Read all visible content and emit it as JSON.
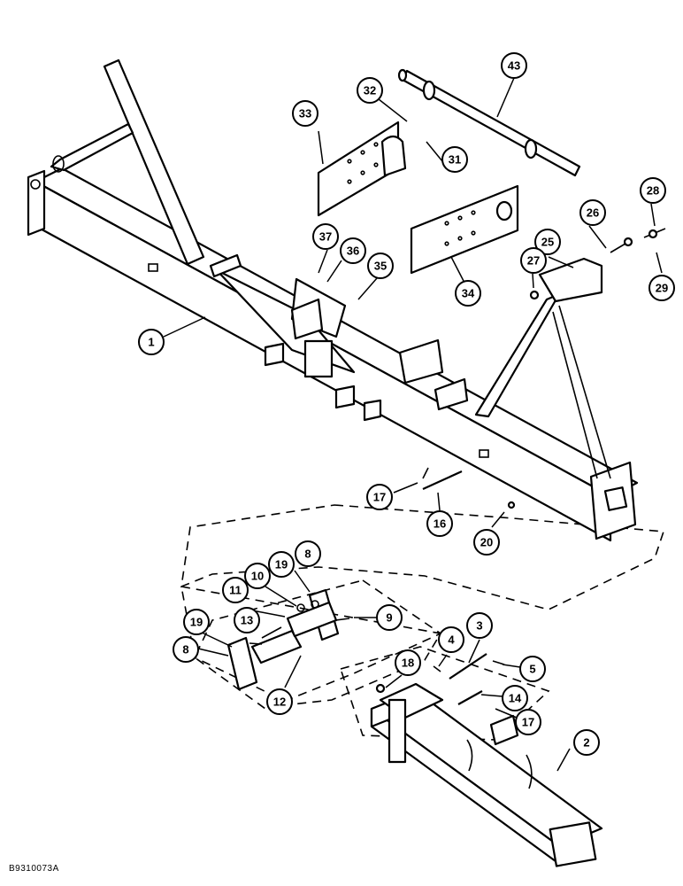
{
  "drawing_code": "B9310073A",
  "callouts": [
    {
      "id": "c1",
      "label": "1"
    },
    {
      "id": "c2",
      "label": "2"
    },
    {
      "id": "c3",
      "label": "3"
    },
    {
      "id": "c4",
      "label": "4"
    },
    {
      "id": "c5",
      "label": "5"
    },
    {
      "id": "c8a",
      "label": "8"
    },
    {
      "id": "c8b",
      "label": "8"
    },
    {
      "id": "c9",
      "label": "9"
    },
    {
      "id": "c10",
      "label": "10"
    },
    {
      "id": "c11",
      "label": "11"
    },
    {
      "id": "c12",
      "label": "12"
    },
    {
      "id": "c13",
      "label": "13"
    },
    {
      "id": "c14",
      "label": "14"
    },
    {
      "id": "c16",
      "label": "16"
    },
    {
      "id": "c17a",
      "label": "17"
    },
    {
      "id": "c17b",
      "label": "17"
    },
    {
      "id": "c18",
      "label": "18"
    },
    {
      "id": "c19a",
      "label": "19"
    },
    {
      "id": "c19b",
      "label": "19"
    },
    {
      "id": "c20",
      "label": "20"
    },
    {
      "id": "c25",
      "label": "25"
    },
    {
      "id": "c26",
      "label": "26"
    },
    {
      "id": "c27",
      "label": "27"
    },
    {
      "id": "c28",
      "label": "28"
    },
    {
      "id": "c29",
      "label": "29"
    },
    {
      "id": "c31",
      "label": "31"
    },
    {
      "id": "c32",
      "label": "32"
    },
    {
      "id": "c33",
      "label": "33"
    },
    {
      "id": "c34",
      "label": "34"
    },
    {
      "id": "c35",
      "label": "35"
    },
    {
      "id": "c36",
      "label": "36"
    },
    {
      "id": "c37",
      "label": "37"
    },
    {
      "id": "c43",
      "label": "43"
    }
  ]
}
